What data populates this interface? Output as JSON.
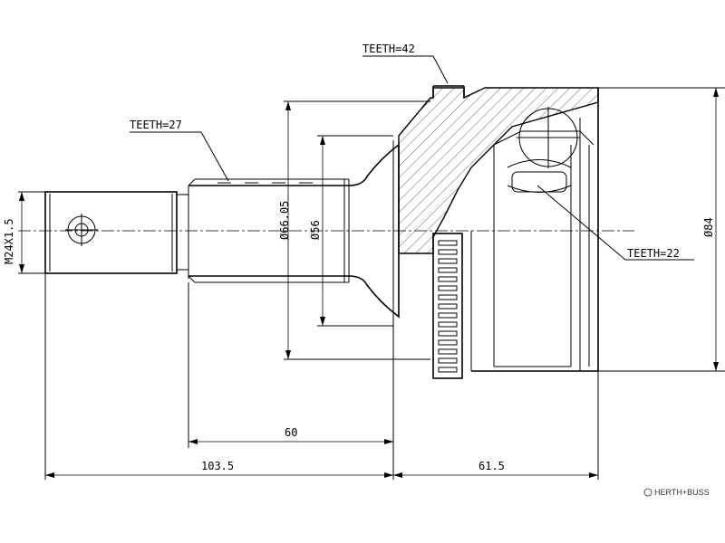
{
  "labels": {
    "teeth_outer": "TEETH=42",
    "teeth_shaft": "TEETH=27",
    "teeth_inner": "TEETH=22",
    "thread": "M24X1.5",
    "dia_6605": "Ø66.05",
    "dia_56": "Ø56",
    "dia_84": "Ø84",
    "len_60": "60",
    "len_1035": "103.5",
    "len_615": "61.5"
  },
  "brand": {
    "name": "HERTH+BUSS"
  }
}
